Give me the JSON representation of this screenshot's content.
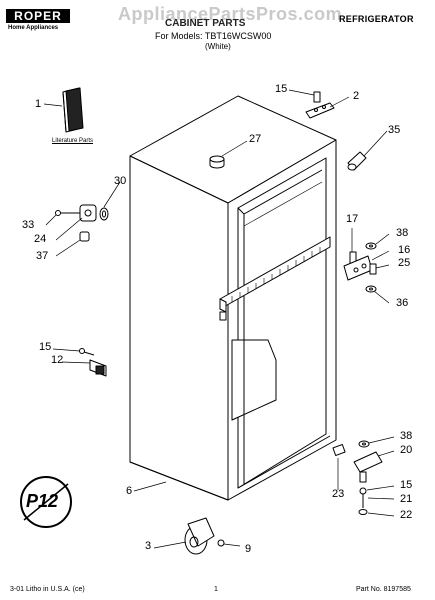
{
  "header": {
    "brand": "ROPER",
    "brand_sub": "Home Appliances",
    "watermark": "AppliancePartsPros.com",
    "title": "CABINET PARTS",
    "models": "For Models: TBT16WCSW00",
    "color": "(White)",
    "category": "REFRIGERATOR"
  },
  "literature_label": "Literature Parts",
  "badge": "P12",
  "callouts": [
    "1",
    "2",
    "3",
    "6",
    "9",
    "12",
    "15",
    "15",
    "15",
    "16",
    "17",
    "20",
    "21",
    "22",
    "23",
    "24",
    "25",
    "27",
    "30",
    "33",
    "35",
    "36",
    "37",
    "38",
    "38"
  ],
  "footer": {
    "litho": "3-01 Litho in U.S.A. (ce)",
    "page": "1",
    "part_no": "Part No. 8197585"
  }
}
